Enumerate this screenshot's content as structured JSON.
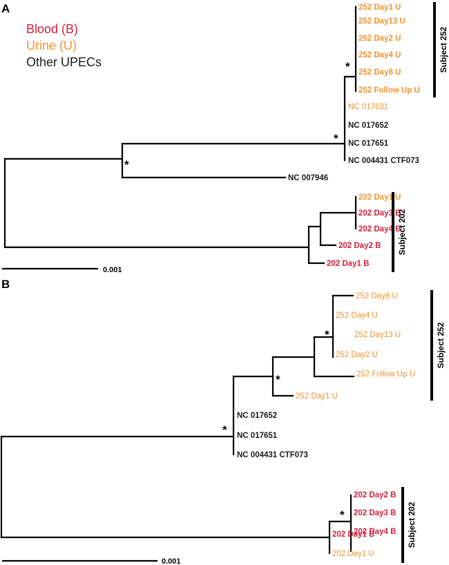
{
  "colors": {
    "blood": "#d31f3a",
    "urine": "#f0932f",
    "other": "#1a1a1a"
  },
  "legend": {
    "blood": "Blood (B)",
    "urine": "Urine (U)",
    "other": "Other UPECs"
  },
  "panel_a": {
    "letter": "A",
    "leaves": [
      {
        "label": "252 Day1 U",
        "type": "urine"
      },
      {
        "label": "252 Day13 U",
        "type": "urine"
      },
      {
        "label": "252 Day2 U",
        "type": "urine"
      },
      {
        "label": "252 Day4 U",
        "type": "urine"
      },
      {
        "label": "252 Day8 U",
        "type": "urine"
      },
      {
        "label": "252 Follow Up U",
        "type": "urine"
      },
      {
        "label": "NC 017631",
        "type": "urine"
      },
      {
        "label": "NC 017652",
        "type": "other"
      },
      {
        "label": "NC 017651",
        "type": "other"
      },
      {
        "label": "NC 004431 CTF073",
        "type": "other"
      },
      {
        "label": "NC 007946",
        "type": "other"
      },
      {
        "label": "202 Day1 U",
        "type": "urine"
      },
      {
        "label": "202 Day3 B",
        "type": "blood"
      },
      {
        "label": "202 Day4 B",
        "type": "blood"
      },
      {
        "label": "202 Day2 B",
        "type": "blood"
      },
      {
        "label": "202 Day1 B",
        "type": "blood"
      }
    ],
    "clades": {
      "subject_252": "Subject 252",
      "subject_202": "Subject 202"
    },
    "support_marker": "*",
    "scale_bar": "0.001"
  },
  "panel_b": {
    "letter": "B",
    "leaves": [
      {
        "label": "252 Day8 U",
        "type": "urine"
      },
      {
        "label": "252 Day4 U",
        "type": "urine"
      },
      {
        "label": "252 Day13 U",
        "type": "urine"
      },
      {
        "label": "252 Day2 U",
        "type": "urine"
      },
      {
        "label": "252 Follow Up U",
        "type": "urine"
      },
      {
        "label": "252 Day1 U",
        "type": "urine"
      },
      {
        "label": "NC 017652",
        "type": "other"
      },
      {
        "label": "NC 017651",
        "type": "other"
      },
      {
        "label": "NC 004431 CTF073",
        "type": "other"
      },
      {
        "label": "202 Day2 B",
        "type": "blood"
      },
      {
        "label": "202 Day3 B",
        "type": "blood"
      },
      {
        "label": "202 Day4 B",
        "type": "blood"
      },
      {
        "label": "202 Day1 B",
        "type": "blood"
      },
      {
        "label": "202 Day1 U",
        "type": "urine"
      }
    ],
    "clades": {
      "subject_252": "Subject 252",
      "subject_202": "Subject 202"
    },
    "support_marker": "*",
    "scale_bar": "0.001"
  }
}
